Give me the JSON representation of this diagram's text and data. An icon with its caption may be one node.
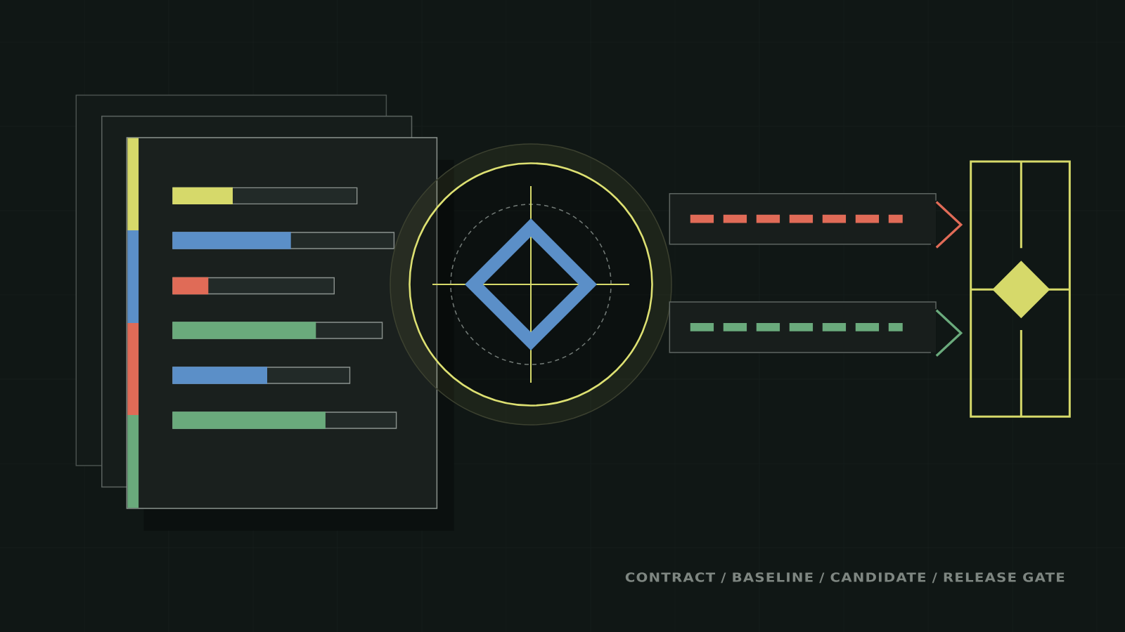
{
  "diagram": {
    "caption": "CONTRACT / BASELINE / CANDIDATE / RELEASE GATE",
    "nodes": [
      {
        "text": [],
        "shape": "document"
      },
      {
        "text": [],
        "shape": "circle"
      },
      {
        "text": [],
        "shape": "box"
      }
    ],
    "edges": [
      {
        "from": 1,
        "to": 2,
        "arrow": "to",
        "style": "dashed",
        "color": "#e06b57"
      },
      {
        "from": 1,
        "to": 2,
        "arrow": "to",
        "style": "dashed",
        "color": "#6aaa7c"
      }
    ]
  }
}
